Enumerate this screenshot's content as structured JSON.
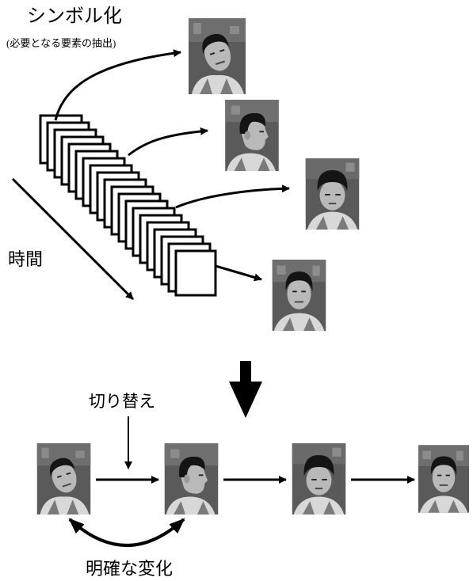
{
  "labels": {
    "title": "シンボル化",
    "subtitle": "(必要となる要素の抽出)",
    "time": "時間",
    "switch": "切り替え",
    "clear_change": "明確な変化"
  },
  "faces": [
    {
      "name": "face-tilted-head"
    },
    {
      "name": "face-profile-right"
    },
    {
      "name": "face-looking-down"
    },
    {
      "name": "face-frontal"
    }
  ],
  "colors": {
    "ink": "#000000",
    "photo_bg": "#5a5a5a",
    "hair": "#141414",
    "skin": "#b9b9b9",
    "shirt": "#d8d8d8"
  }
}
